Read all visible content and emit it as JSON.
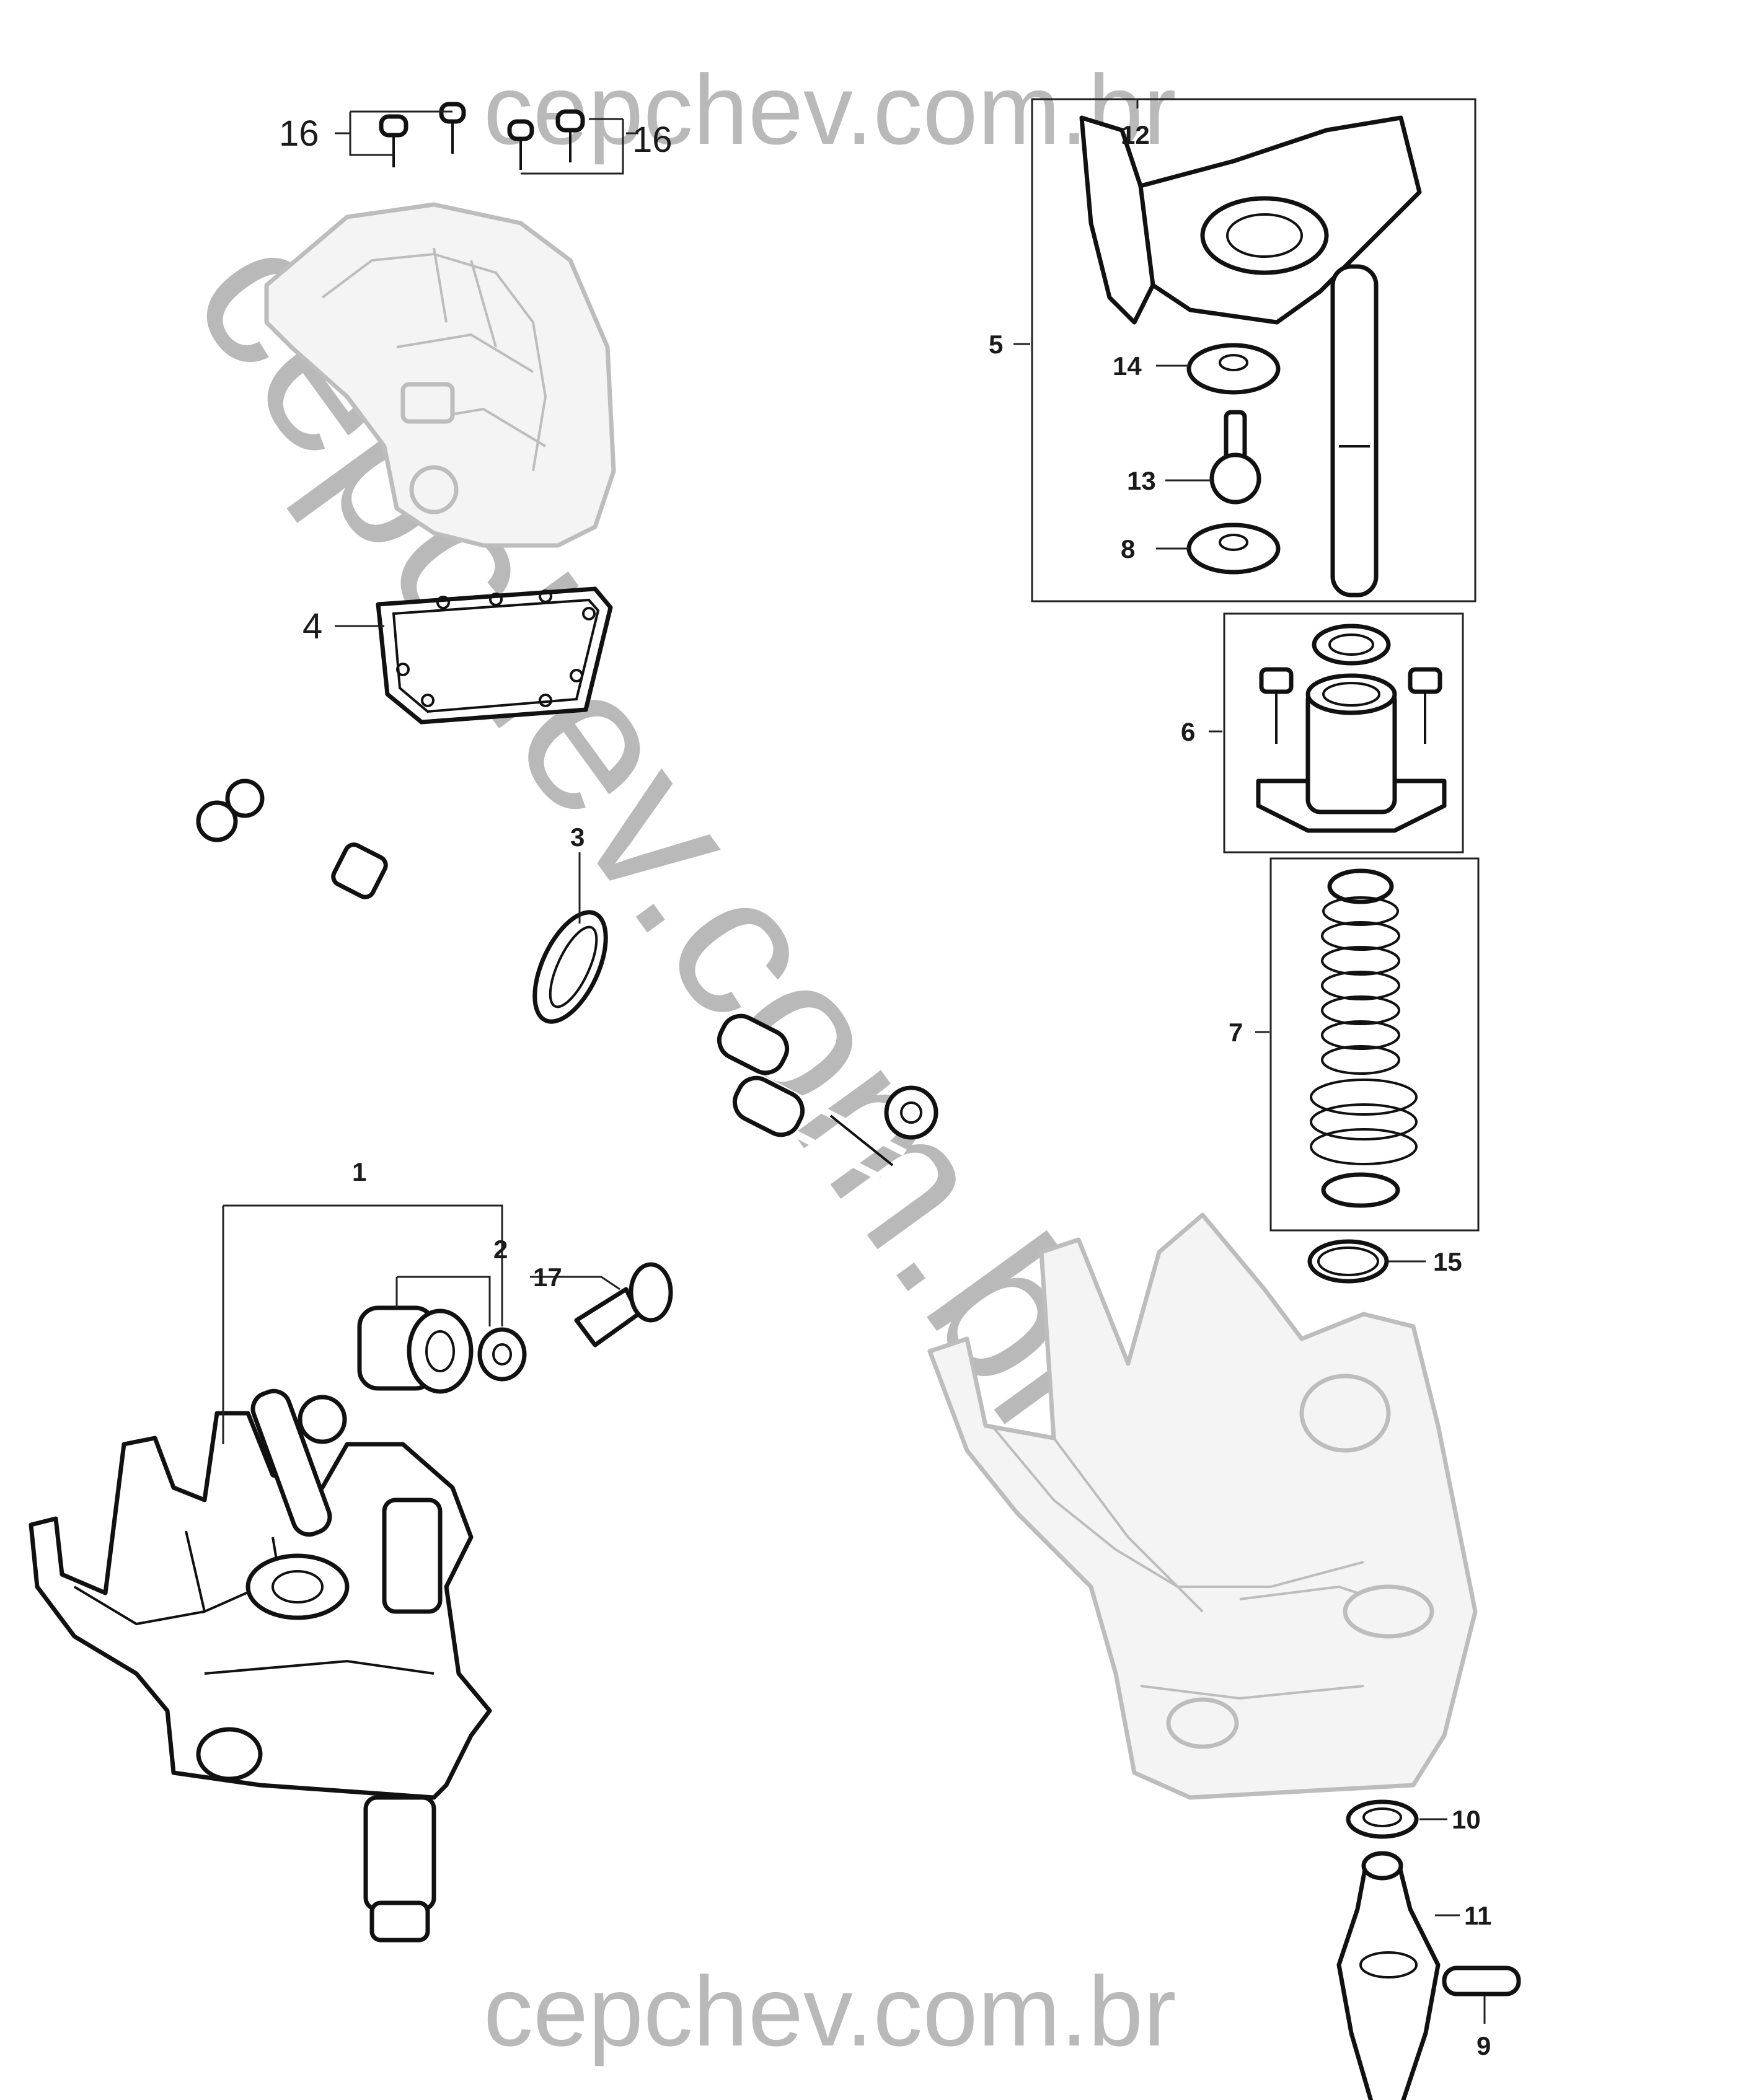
{
  "watermark": {
    "top": "cepchev.com.br",
    "bottom": "cepchev.com.br",
    "diagonal": "cepchev.com.br",
    "color": "#b9b9b9"
  },
  "callouts": {
    "c1": "1",
    "c2": "2",
    "c3": "3",
    "c4": "4",
    "c5": "5",
    "c6": "6",
    "c7": "7",
    "c8": "8",
    "c9": "9",
    "c10": "10",
    "c11": "11",
    "c12": "12",
    "c13": "13",
    "c14": "14",
    "c15": "15",
    "c16a": "16",
    "c16b": "16",
    "c17": "17"
  },
  "colors": {
    "line": "#111111",
    "ghost_part": "#bdbdbd"
  }
}
